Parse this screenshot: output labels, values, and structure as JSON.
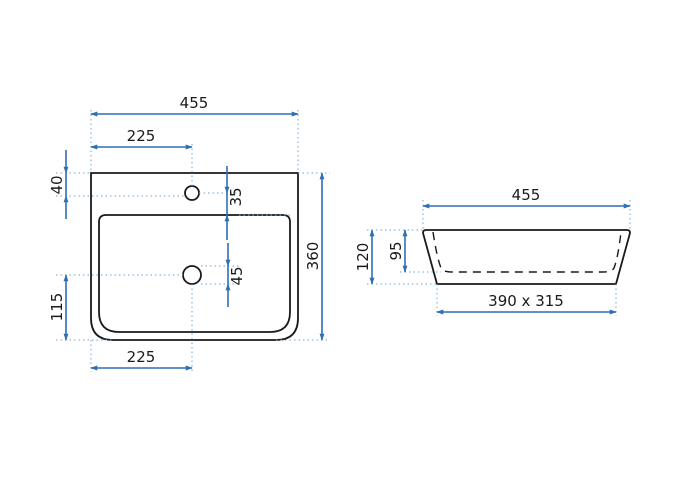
{
  "colors": {
    "outline": "#1a1a1a",
    "dimension": "#2f6fb3",
    "extension": "#6aa7cf",
    "background": "#ffffff"
  },
  "front_view": {
    "overall_width": "455",
    "tap_hole_from_left": "225",
    "tap_hole_from_top": "40",
    "tap_hole_to_bowl": "35",
    "overall_height": "360",
    "drain_height_from_bottom": "115",
    "drain_diameter": "45",
    "drain_from_left": "225"
  },
  "side_view": {
    "top_width": "455",
    "total_height": "120",
    "bowl_depth": "95",
    "base_size": "390 x 315"
  }
}
